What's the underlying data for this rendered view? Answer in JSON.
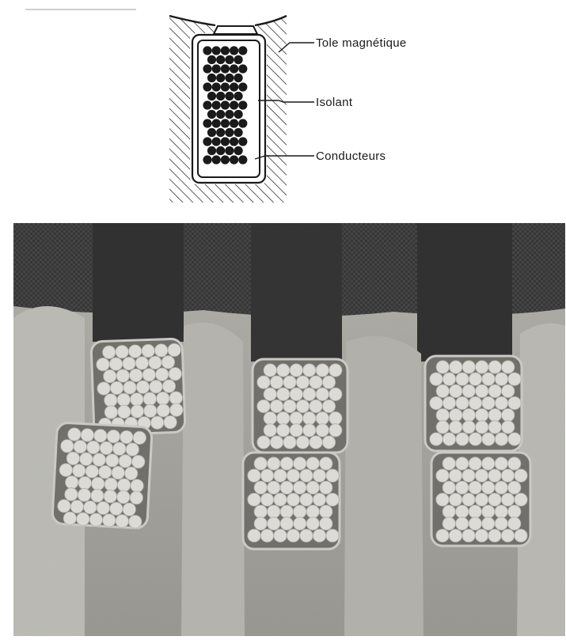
{
  "labels": {
    "tole": "Tole magnétique",
    "isolant": "Isolant",
    "conducteurs": "Conducteurs"
  },
  "colors": {
    "ink": "#1a1a1a",
    "photo_background": "#9a9a94",
    "conductor_photo": "#ecebe6"
  },
  "photo": {
    "slot_count": 3,
    "conductor_bundles_per_slot": 2
  }
}
